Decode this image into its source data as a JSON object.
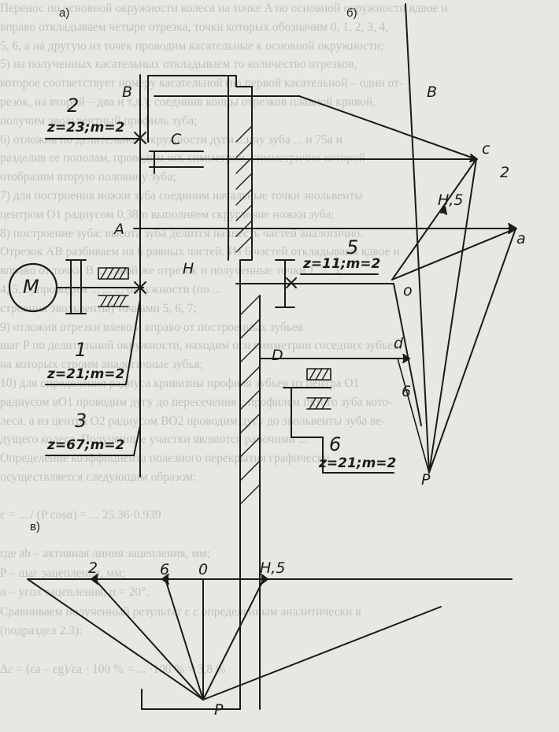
{
  "sections": {
    "a": "а)",
    "b": "б)",
    "v": "в)"
  },
  "scheme": {
    "motor": "M",
    "gears": [
      {
        "id": "2",
        "spec": "z=23;m=2"
      },
      {
        "id": "1",
        "spec": "z=21;m=2"
      },
      {
        "id": "3",
        "spec": "z=67;m=2"
      },
      {
        "id": "5",
        "spec": "z=11;m=2"
      },
      {
        "id": "6",
        "spec": "z=21;m=2"
      }
    ],
    "points": {
      "B": "B",
      "C": "C",
      "A": "A",
      "H": "H",
      "D": "D"
    }
  },
  "velocity_plan": {
    "points": {
      "B": "B",
      "c": "c",
      "two": "2",
      "h5": "H,5",
      "a": "a",
      "o": "o",
      "d": "d",
      "six": "6",
      "P": "P"
    }
  },
  "rotation_plan": {
    "labels": {
      "two": "2",
      "six": "6",
      "o": "0",
      "h5": "H,5",
      "P": "P"
    }
  },
  "background_text": [
    "Перенос по основной окружности колеса на точке A по основной окружности вдвое и",
    "вправо откладываем четыре отрезка, точки которых обозначим 0, 1, 2, 3, 4,",
    "5, 6, а на другую из точек проводим касательные к основной окружности;",
    "5) на полученных касательных откладываем то количество отрезков,",
    "которое соответствует номеру касательной (на первой касательной – один от-",
    "резок, на второй – два и т.д.); соединив концы отрезков плавной кривой,",
    "получим эвольвентный профиль зуба;",
    "6) отложив по делительной окружности дуги ...ину зуба ... и 75а и",
    "разделив ее пополам, проводим ось симметрии, симметрично которой",
    "отобразим вторую половину зуба;",
    "7) для построения ножки зуба соединим начальные точки эвольвенты",
    "центром O1 радиусом 0,38m выполняем скругление ножки зуба;",
    "8) построение зуба: высота зуба делится на шесть частей аналогично.",
    "Отрезок AB разбиваем на 6 равных частей. Из 6 частей откладываем вдвое и",
    "вправо от точки B ... такой же отрезок и полученные точки 1, 2, 3,",
    "4, 5, 6, проводим ... ... ... окружности (по ...",
    "строения эвольвенты) точками 5, 6, 7;",
    "9) отложив отрезки влево и вправо от построенных зубьев",
    "шаг P по делительной окружности, находим оси симметрии соседних зубьев,",
    "на которых строим аналогичные зубья;",
    "10) для определения радиуса кривизны профиля зубьев из центра O1",
    "радиусом вO1 проводим дугу до пересечения с профилем пятого зуба кото-",
    "леса, а из центра O2 радиусом BO2 проводим дугу до эвольвенты зуба ве-",
    "дущего колеса. Полученные участки являются рабочими ...",
    "Определение коэффициента полезного перекрытия графически",
    "осуществляется следующим образом:",
    "",
    "ε = ... / (P cosα) = ... 25.36·0.939",
    "",
    "где ab – активная линия зацепления, мм;",
    "P – шаг зацепления, мм;",
    "α – угол зацепления, α = 20°.",
    "Сравниваем полученный результат ε с определенным аналитически в",
    "(подраздел 2.3):",
    "",
    "Δε = (εa – εg)/εa · 100 % = ... ·100 % = 3,8 %"
  ],
  "palette": {
    "ink": "#1a1a1a",
    "paper": "#e9e7e2",
    "ghost": "#c2c0bb"
  }
}
